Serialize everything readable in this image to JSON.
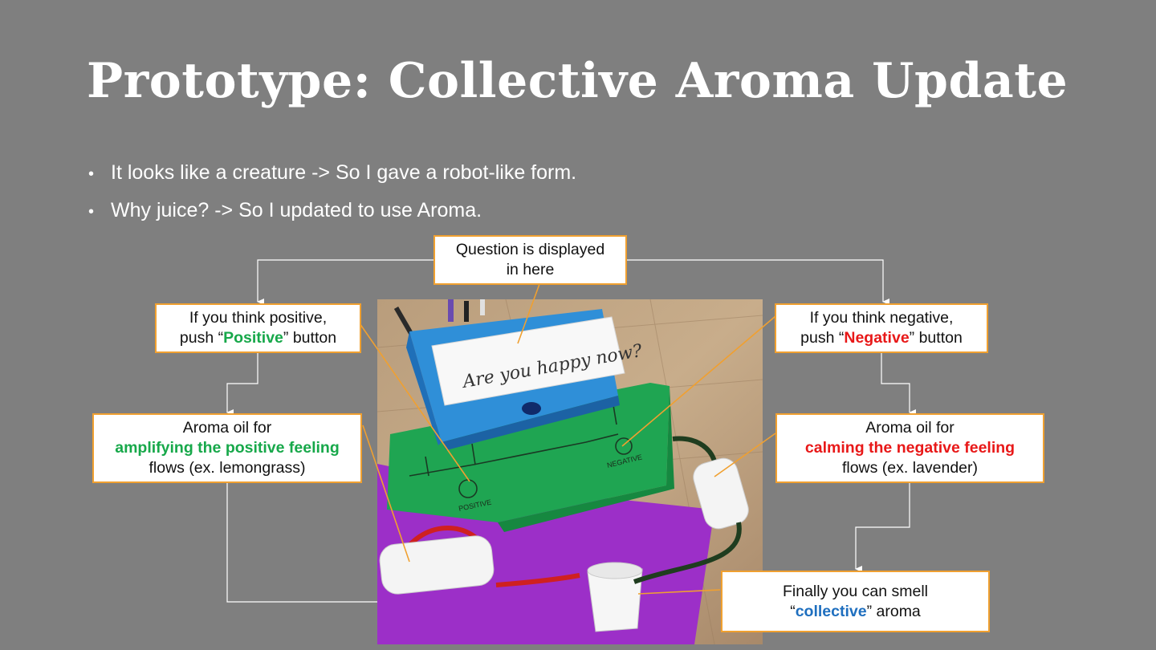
{
  "slide": {
    "title": "Prototype: Collective Aroma Update",
    "bullets": [
      "It looks like a creature -> So I gave a robot-like form.",
      "Why juice? ->  So I updated to use Aroma."
    ]
  },
  "callouts": {
    "question": {
      "line1": "Question is displayed",
      "line2": "in here"
    },
    "positive": {
      "line1": "If you think positive,",
      "pre": "push “",
      "emph": "Positive",
      "post": "” button"
    },
    "negative": {
      "line1": "If you think negative,",
      "pre": "push “",
      "emph": "Negative",
      "post": "” button"
    },
    "positive_oil": {
      "line1": "Aroma oil for",
      "emph": "amplifying the positive feeling",
      "line3": "flows (ex. lemongrass)"
    },
    "negative_oil": {
      "line1": "Aroma oil for",
      "emph": "calming the negative feeling",
      "line3": "flows (ex. lavender)"
    },
    "final": {
      "line1": "Finally you can smell",
      "pre": "“",
      "emph": "collective",
      "post": "” aroma"
    }
  },
  "photo": {
    "card_text": "Are you happy now?",
    "positive_label": "POSITIVE",
    "negative_label": "NEGATIVE"
  },
  "colors": {
    "background": "#7f7f7f",
    "callout_border": "#f0a030",
    "positive": "#17a84a",
    "negative": "#e81818",
    "collective": "#1f6fbf"
  }
}
